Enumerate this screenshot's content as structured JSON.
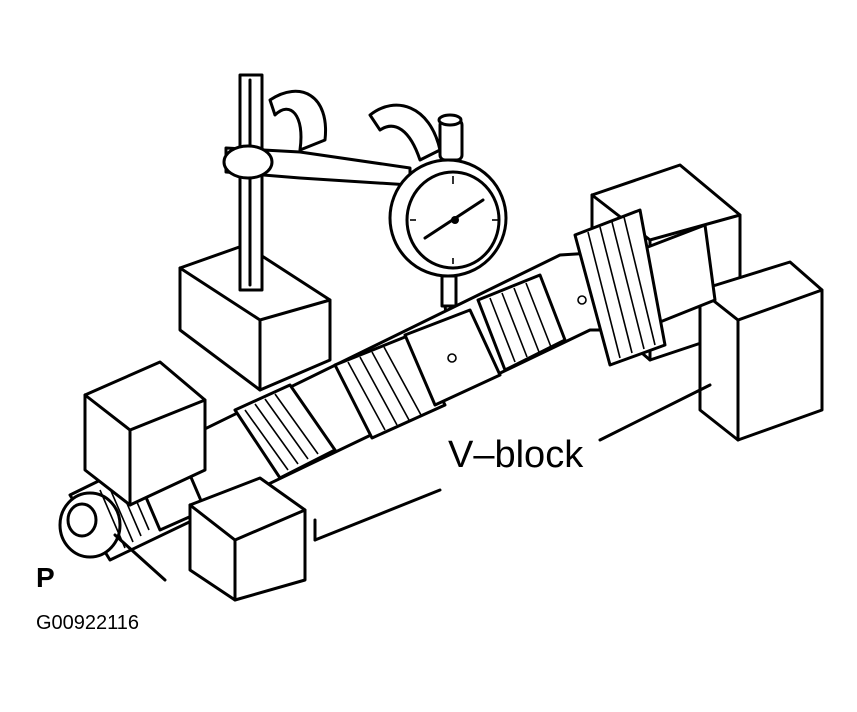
{
  "labels": {
    "vblock": "V–block",
    "view_letter": "P",
    "figure_code": "G00922116"
  },
  "colors": {
    "ink": "#000000",
    "background": "#ffffff"
  }
}
